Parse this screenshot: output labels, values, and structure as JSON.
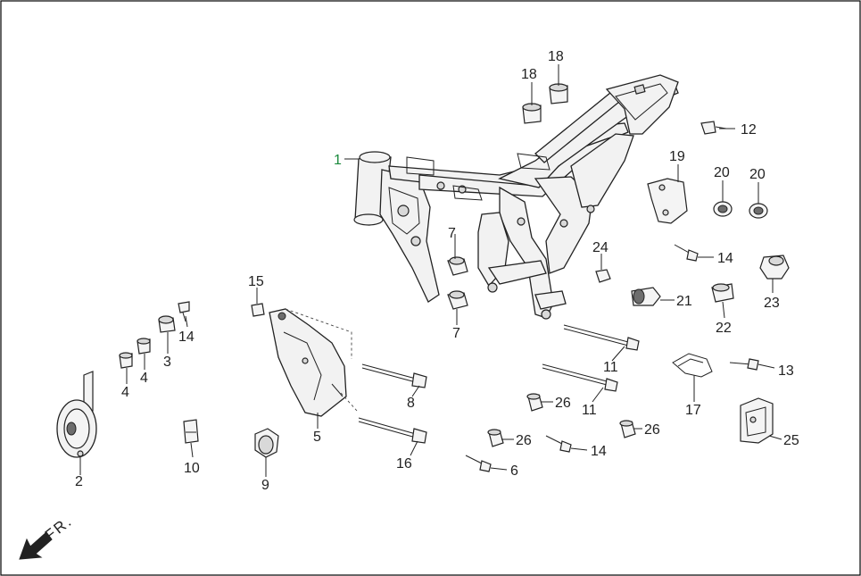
{
  "border_color": "#000000",
  "highlight_color": "#1a8a3c",
  "direction_label": "FR.",
  "callouts": [
    {
      "id": "1",
      "label": "1",
      "highlight": true
    },
    {
      "id": "2",
      "label": "2"
    },
    {
      "id": "3",
      "label": "3"
    },
    {
      "id": "4a",
      "label": "4"
    },
    {
      "id": "4b",
      "label": "4"
    },
    {
      "id": "5",
      "label": "5"
    },
    {
      "id": "6",
      "label": "6"
    },
    {
      "id": "7a",
      "label": "7"
    },
    {
      "id": "7b",
      "label": "7"
    },
    {
      "id": "8",
      "label": "8"
    },
    {
      "id": "9",
      "label": "9"
    },
    {
      "id": "10",
      "label": "10"
    },
    {
      "id": "11a",
      "label": "11"
    },
    {
      "id": "11b",
      "label": "11"
    },
    {
      "id": "12",
      "label": "12"
    },
    {
      "id": "13",
      "label": "13"
    },
    {
      "id": "14a",
      "label": "14"
    },
    {
      "id": "14b",
      "label": "14"
    },
    {
      "id": "14c",
      "label": "14"
    },
    {
      "id": "15",
      "label": "15"
    },
    {
      "id": "16",
      "label": "16"
    },
    {
      "id": "17",
      "label": "17"
    },
    {
      "id": "18a",
      "label": "18"
    },
    {
      "id": "18b",
      "label": "18"
    },
    {
      "id": "19",
      "label": "19"
    },
    {
      "id": "20a",
      "label": "20"
    },
    {
      "id": "20b",
      "label": "20"
    },
    {
      "id": "21",
      "label": "21"
    },
    {
      "id": "22",
      "label": "22"
    },
    {
      "id": "23",
      "label": "23"
    },
    {
      "id": "24",
      "label": "24"
    },
    {
      "id": "25",
      "label": "25"
    },
    {
      "id": "26a",
      "label": "26"
    },
    {
      "id": "26b",
      "label": "26"
    },
    {
      "id": "26c",
      "label": "26"
    }
  ]
}
